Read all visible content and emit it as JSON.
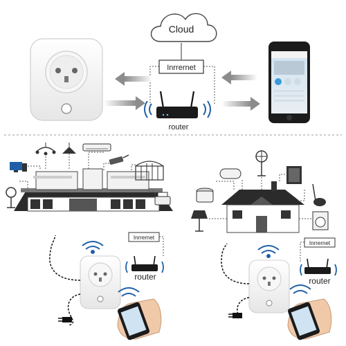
{
  "top": {
    "cloud_label": "Cloud",
    "internet_label": "Inrrernet",
    "router_label": "router"
  },
  "bottom_left": {
    "internet_label": "Inrrernet",
    "router_label": "router"
  },
  "bottom_right": {
    "internet_label": "Inrrernet",
    "router_label": "router"
  },
  "colors": {
    "line": "#555555",
    "wifi": "#1f5fa8",
    "arrow": "#9a9a9a",
    "plug_body": "#f4f4f4",
    "plug_outline": "#c9c9c9",
    "separator": "#999999"
  },
  "icons": [
    "cloud-icon",
    "smart-plug-icon",
    "router-icon",
    "smartphone-icon",
    "wifi-icon",
    "house-icon",
    "office-building-icon",
    "appliance-icon",
    "hand-phone-icon",
    "power-cord-icon"
  ]
}
